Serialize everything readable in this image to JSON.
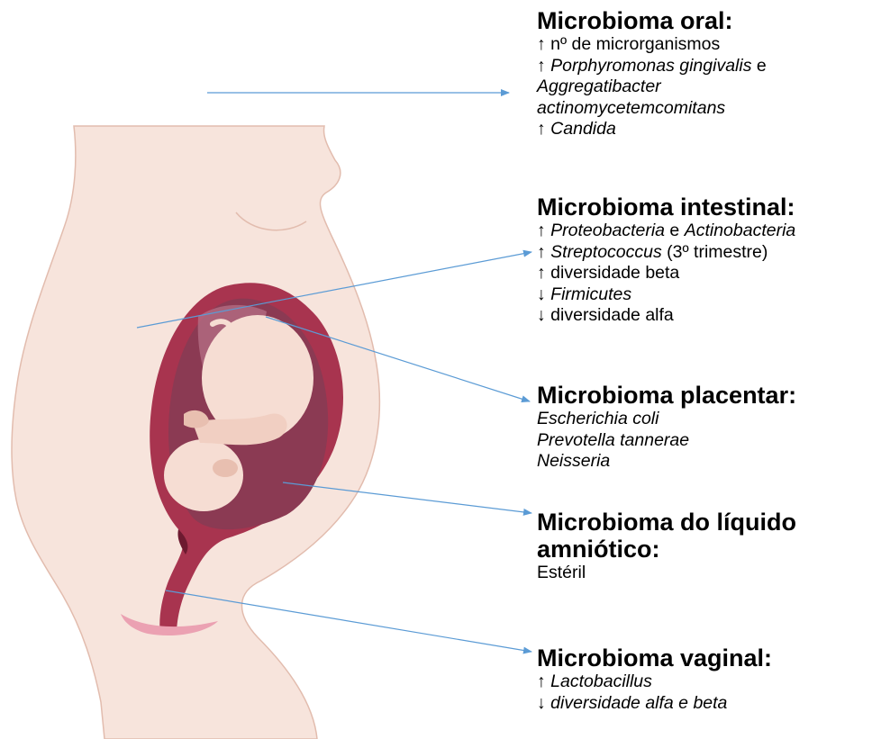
{
  "colors": {
    "skin": "#f7e4dc",
    "skin_outline": "#e2bcae",
    "uterus_wall": "#a8344f",
    "uterus_inner": "#7a1f37",
    "amniotic_space": "#8b3a53",
    "fetus": "#f6ddd3",
    "fetus_shadow": "#e8bfb0",
    "arrow": "#5b9bd5",
    "text": "#000000"
  },
  "sections": {
    "oral": {
      "title": "Microbioma oral:",
      "lines": [
        [
          {
            "t": "↑ nº de microrganismos",
            "i": false
          }
        ],
        [
          {
            "t": "↑ ",
            "i": false
          },
          {
            "t": "Porphyromonas gingivalis",
            "i": true
          },
          {
            "t": " e",
            "i": false
          }
        ],
        [
          {
            "t": "Aggregatibacter",
            "i": true
          }
        ],
        [
          {
            "t": "actinomycetemcomitans",
            "i": true
          }
        ],
        [
          {
            "t": "↑ ",
            "i": false
          },
          {
            "t": "Candida",
            "i": true
          }
        ]
      ]
    },
    "intestinal": {
      "title": "Microbioma intestinal:",
      "lines": [
        [
          {
            "t": "↑ ",
            "i": false
          },
          {
            "t": "Proteobacteria",
            "i": true
          },
          {
            "t": " e ",
            "i": false
          },
          {
            "t": "Actinobacteria",
            "i": true
          }
        ],
        [
          {
            "t": "↑ ",
            "i": false
          },
          {
            "t": "Streptococcus",
            "i": true
          },
          {
            "t": " (3º trimestre)",
            "i": false
          }
        ],
        [
          {
            "t": "↑ diversidade beta",
            "i": false
          }
        ],
        [
          {
            "t": "↓ ",
            "i": false
          },
          {
            "t": "Firmicutes",
            "i": true
          }
        ],
        [
          {
            "t": "↓ diversidade alfa",
            "i": false
          }
        ]
      ]
    },
    "placentar": {
      "title": "Microbioma placentar:",
      "lines": [
        [
          {
            "t": "Escherichia coli",
            "i": true
          }
        ],
        [
          {
            "t": "Prevotella tannerae",
            "i": true
          }
        ],
        [
          {
            "t": "Neisseria",
            "i": true
          }
        ]
      ]
    },
    "amniotic": {
      "title_line1": "Microbioma do líquido",
      "title_line2": "amniótico:",
      "lines": [
        [
          {
            "t": "Estéril",
            "i": false
          }
        ]
      ]
    },
    "vaginal": {
      "title": "Microbioma vaginal:",
      "lines": [
        [
          {
            "t": "↑ ",
            "i": false
          },
          {
            "t": "Lactobacillus",
            "i": true
          }
        ],
        [
          {
            "t": "↓ ",
            "i": false
          },
          {
            "t": "diversidade alfa e beta",
            "i": true
          }
        ]
      ]
    }
  }
}
